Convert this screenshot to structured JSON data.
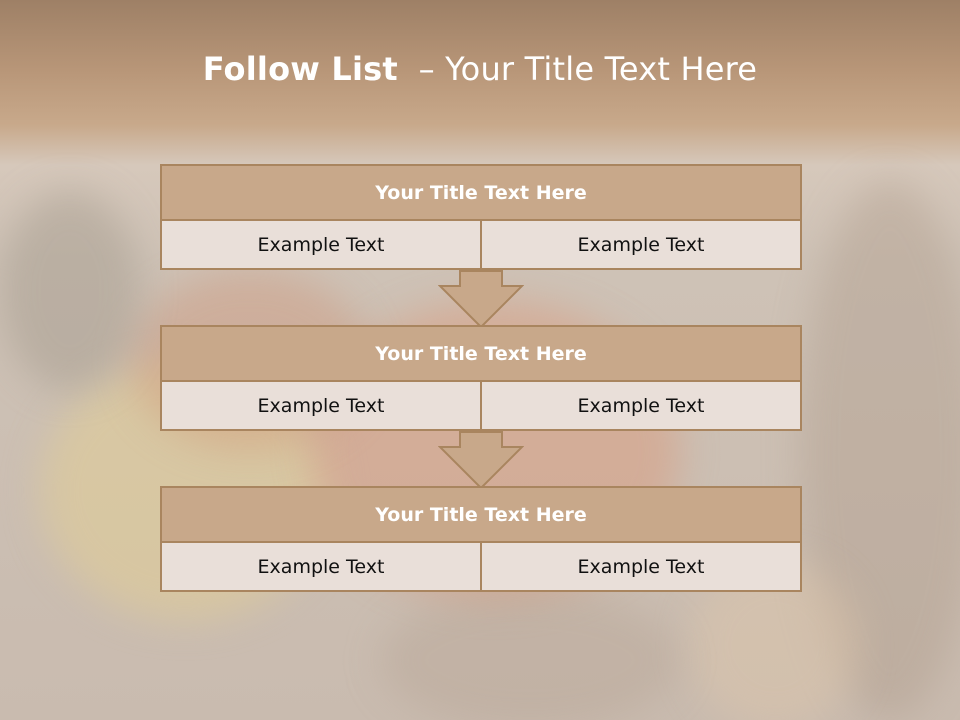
{
  "slide": {
    "title_bold": "Follow List",
    "title_rest": "– Your Title Text Here"
  },
  "steps": [
    {
      "title": "Your Title Text Here",
      "left": "Example Text",
      "right": "Example Text"
    },
    {
      "title": "Your Title Text Here",
      "left": "Example Text",
      "right": "Example Text"
    },
    {
      "title": "Your Title Text Here",
      "left": "Example Text",
      "right": "Example Text"
    }
  ],
  "colors": {
    "header_fill": "#c8a88a",
    "border": "#a9855f",
    "cell_fill": "#e9dfd9",
    "arrow_fill": "#c8a88a"
  },
  "icons": [
    "down-arrow-icon"
  ]
}
